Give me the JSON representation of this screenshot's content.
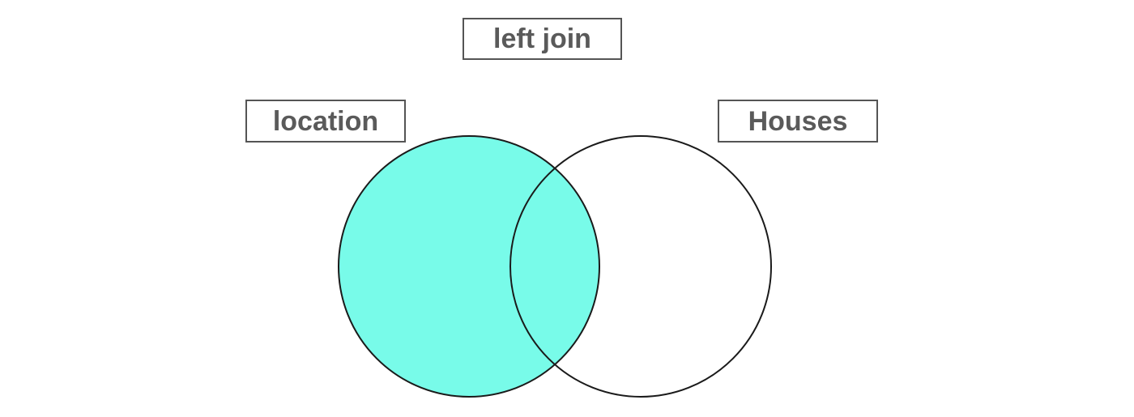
{
  "diagram": {
    "title": "left join",
    "left_set": {
      "label": "location",
      "fill": "#78fbe9"
    },
    "right_set": {
      "label": "Houses",
      "fill": "#ffffff"
    },
    "stroke": "#1a1a1a"
  }
}
